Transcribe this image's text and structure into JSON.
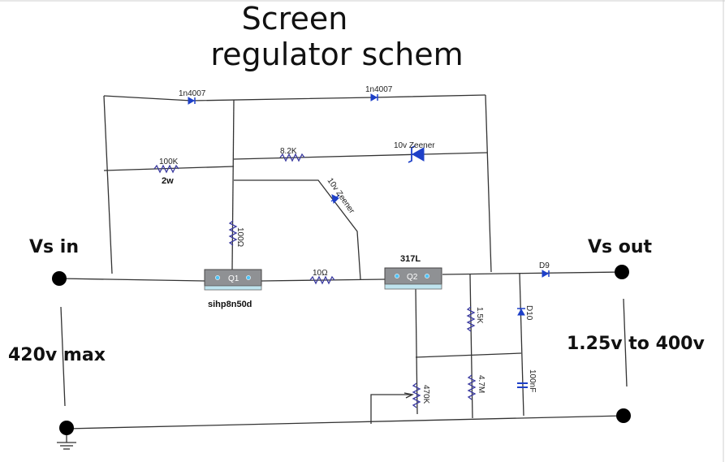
{
  "title": {
    "line1": "Screen",
    "line2": "regulator schem"
  },
  "terminals": {
    "vs_in": "Vs in",
    "vs_out": "Vs out",
    "input_rating": "420v max",
    "output_range": "1.25v to 400v"
  },
  "components": {
    "diode_top_left": "1n4007",
    "diode_top_right": "1n4007",
    "r_100k": "100K",
    "r_100k_power": "2w",
    "r_8k2": "8.2K",
    "zener_top": "10v Zeener",
    "zener_diag": "10v Zeener",
    "r_100_vert": "100Ω",
    "r_100_series": "10Ω",
    "q1_label": "Q1",
    "q1_part": "sihp8n50d",
    "q2_label": "Q2",
    "q2_part": "317L",
    "d9": "D9",
    "r_1k5": "1.5K",
    "d10": "D10",
    "pot_470k": "470K",
    "r_4m7": "4.7M",
    "c_100nf": "100nF"
  },
  "colors": {
    "wire": "#333333",
    "component_blue": "#1e40c8",
    "resistor": "#3a3aa0",
    "device_body": "#8f9194",
    "device_base": "#bfe4ef"
  }
}
